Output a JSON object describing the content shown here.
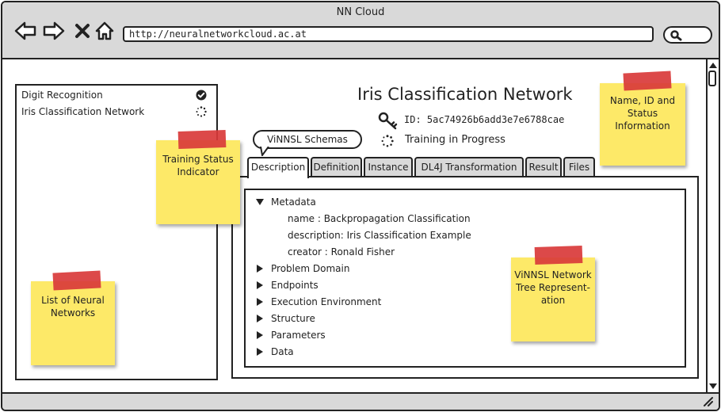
{
  "window": {
    "title": "NN Cloud"
  },
  "browser": {
    "url": "http://neuralnetworkcloud.ac.at",
    "back_icon": "arrow-left-icon",
    "forward_icon": "arrow-right-icon",
    "stop_icon": "close-icon",
    "home_icon": "home-icon",
    "search_icon": "search-icon"
  },
  "network_list": {
    "items": [
      {
        "label": "Digit Recognition",
        "status_icon": "check-circle-icon"
      },
      {
        "label": "Iris Classification Network",
        "status_icon": "spinner-icon"
      }
    ]
  },
  "network": {
    "title": "Iris Classification Network",
    "id_label": "ID: 5ac74926b6add3e7e6788cae",
    "status_label": "Training in Progress"
  },
  "callout": {
    "label": "ViNNSL Schemas"
  },
  "tabs": [
    {
      "label": "Description",
      "active": true
    },
    {
      "label": "Definition",
      "active": false
    },
    {
      "label": "Instance",
      "active": false
    },
    {
      "label": "DL4J Transformation",
      "active": false
    },
    {
      "label": "Result",
      "active": false
    },
    {
      "label": "Files",
      "active": false
    }
  ],
  "tree": {
    "metadata": {
      "label": "Metadata",
      "children": [
        "name : Backpropagation Classification",
        "description: Iris Classification Example",
        "creator : Ronald Fisher"
      ]
    },
    "nodes": [
      "Problem Domain",
      "Endpoints",
      "Execution Environment",
      "Structure",
      "Parameters",
      "Data"
    ]
  },
  "notes": {
    "training_status": "Training Status Indicator",
    "list_networks": "List of Neural Networks",
    "name_id_status": "Name, ID and Status Information",
    "tree_representation": "ViNNSL Network Tree Represent- ation"
  },
  "colors": {
    "chrome": "#d9d9d9",
    "sticky_note": "#fde968",
    "tape": "#d93a3a",
    "border": "#222222"
  }
}
